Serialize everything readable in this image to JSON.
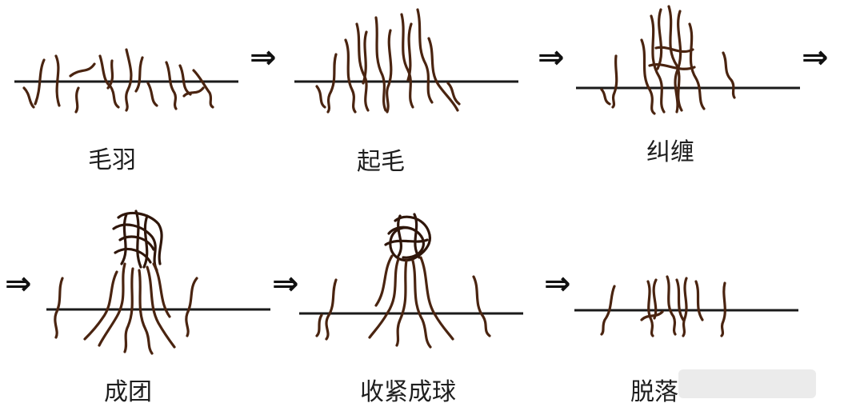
{
  "stages": [
    {
      "id": "fuzz",
      "label": "毛羽"
    },
    {
      "id": "raising",
      "label": "起毛"
    },
    {
      "id": "entangle",
      "label": "纠缠"
    },
    {
      "id": "clump",
      "label": "成团"
    },
    {
      "id": "ball",
      "label": "收紧成球"
    },
    {
      "id": "shed",
      "label": "脱落"
    }
  ],
  "arrow_glyph": "⇒",
  "colors": {
    "fiber": "#4a2410",
    "fiber_dark": "#2f160a",
    "baseline": "#1a1a1a",
    "label": "#1e1e1e",
    "background": "#ffffff"
  }
}
